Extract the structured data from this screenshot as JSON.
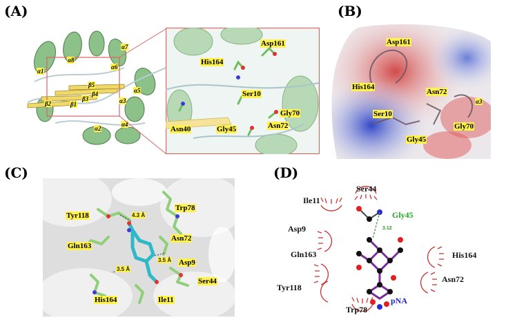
{
  "panels": {
    "a": {
      "label": "(A)",
      "secondary_structure": [
        "α1",
        "α2",
        "α3",
        "α4",
        "α5",
        "α6",
        "α7",
        "α8",
        "β1",
        "β2",
        "β3",
        "β4",
        "β5"
      ],
      "residues": [
        "His164",
        "Asp161",
        "Ser10",
        "Asn40",
        "Gly45",
        "Gly70",
        "Asn72"
      ]
    },
    "b": {
      "label": "(B)",
      "residues": [
        "Asp161",
        "His164",
        "Asn72",
        "Ser10",
        "Gly70",
        "Gly45"
      ],
      "helix_label": "α3"
    },
    "c": {
      "label": "(C)",
      "residues": [
        "Tyr118",
        "Trp78",
        "Asn72",
        "Gln163",
        "Asp9",
        "Ser44",
        "His164",
        "Ile11"
      ],
      "distances": [
        "4.3 Å",
        "3.5 Å",
        "3.5 Å"
      ]
    },
    "d": {
      "label": "(D)",
      "residues": [
        "Ile11",
        "Ser44",
        "Asp9",
        "Gln163",
        "His164",
        "Asn72",
        "Tyr118",
        "Trp78"
      ],
      "bonded_residue": "Gly45",
      "ligand": "pNA",
      "hbond_distance": "3.12"
    }
  },
  "colors": {
    "helix": "#8cc28a",
    "highlight": "#fff24a",
    "zoom_box": "#e06060",
    "ligand_bond": "#7a2a9a",
    "hydrophobic_arc": "#c83232",
    "ligand_label": "#2222cc",
    "bonded_label": "#22aa22"
  }
}
